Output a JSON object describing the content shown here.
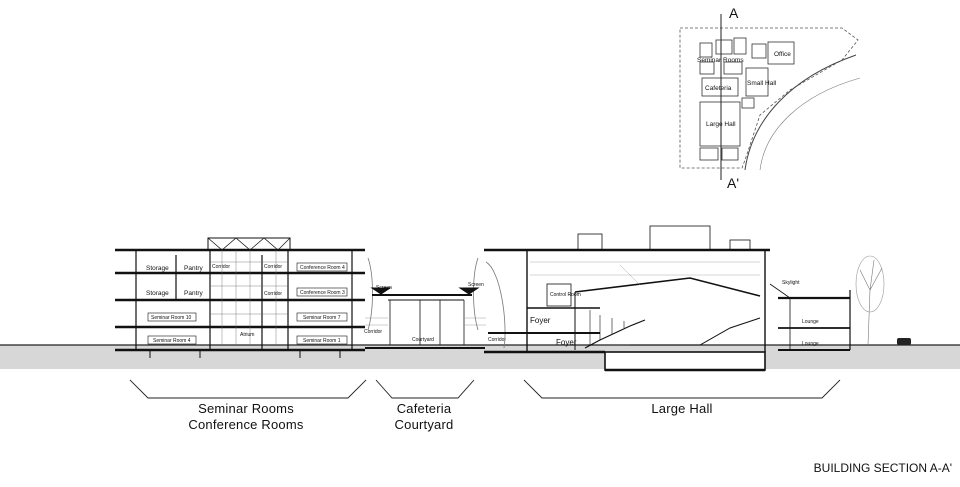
{
  "key_plan": {
    "cut_start_label": "A",
    "cut_end_label": "A'",
    "rooms": {
      "seminar_rooms": "Seminar Rooms",
      "office": "Office",
      "small_hall": "Small Hall",
      "cafeteria": "Cafeteria",
      "large_hall": "Large Hall"
    }
  },
  "section": {
    "title": "BUILDING SECTION A-A'",
    "rooms_left": {
      "storage_upper": "Storage",
      "pantry_upper": "Pantry",
      "storage_lower": "Storage",
      "pantry_lower": "Pantry",
      "seminar_room_10": "Seminar Room 10",
      "seminar_room_4": "Seminar Room 4",
      "atrium": "Atrium",
      "corridor_a": "Corridor",
      "corridor_b": "Corridor",
      "corridor_c": "Corridor",
      "conference_room_4": "Conference Room 4",
      "conference_room_3": "Conference Room 3",
      "seminar_room_7": "Seminar Room 7",
      "seminar_room_1": "Seminar Room 1",
      "corridor_d": "Corridor"
    },
    "rooms_mid": {
      "screen_left": "Screen",
      "screen_right": "Screen",
      "courtyard": "Courtyard",
      "corridor": "Corridor"
    },
    "rooms_right": {
      "control_room": "Control Room",
      "foyer_upper": "Foyer",
      "foyer_lower": "Foyer",
      "skylight": "Skylight",
      "lounge_upper": "Lounge",
      "lounge_lower": "Lounge"
    },
    "zones": {
      "zone1_line1": "Seminar Rooms",
      "zone1_line2": "Conference Rooms",
      "zone2_line1": "Cafeteria",
      "zone2_line2": "Courtyard",
      "zone3_line1": "Large Hall"
    }
  }
}
